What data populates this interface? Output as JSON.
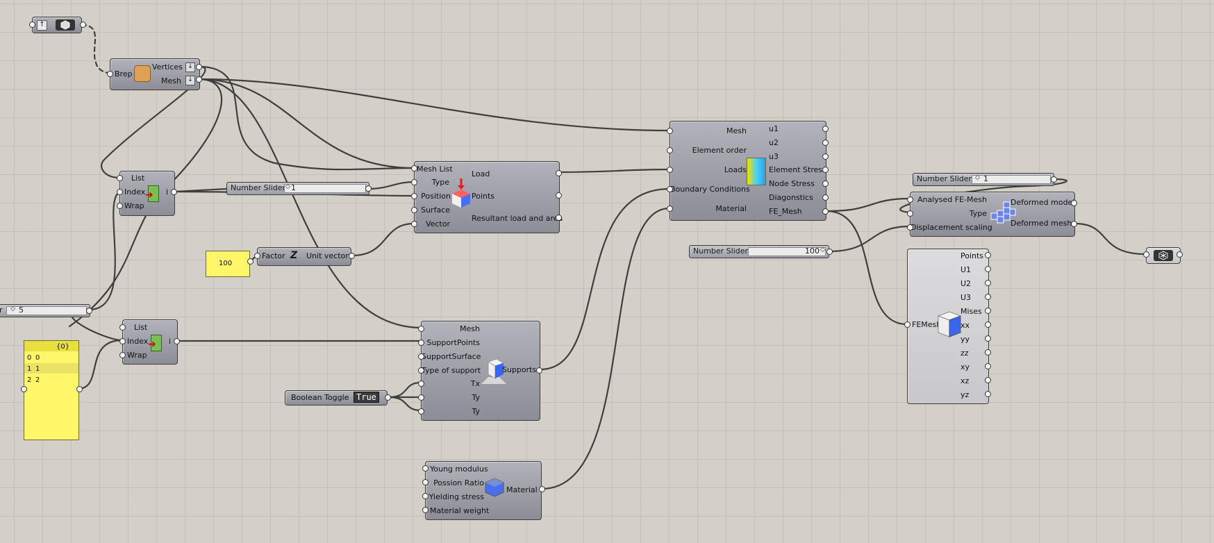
{
  "top_left_component": {},
  "brep": {
    "input": "Brep",
    "outputs": [
      "Vertices",
      "Mesh"
    ]
  },
  "list_item_1": {
    "inputs": [
      "List",
      "Index",
      "Wrap"
    ],
    "output": "i"
  },
  "list_item_2": {
    "inputs": [
      "List",
      "Index",
      "Wrap"
    ],
    "output": "i"
  },
  "slider_index": {
    "name": "Number Slider",
    "value": "1"
  },
  "slider_five": {
    "name": "r",
    "value": "5"
  },
  "load": {
    "inputs": [
      "Mesh List",
      "Type",
      "Position",
      "Surface",
      "Vector"
    ],
    "outputs": [
      "Load",
      "Points",
      "Resultant load and area"
    ]
  },
  "factor_panel": {
    "value": "100"
  },
  "unit_vector": {
    "input": "Factor",
    "output": "Unit vector"
  },
  "analysis": {
    "inputs": [
      "Mesh",
      "Element order",
      "Loads",
      "Boundary Conditions",
      "Material"
    ],
    "outputs": [
      "u1",
      "u2",
      "u3",
      "Element Stress",
      "Node Stress",
      "Diagonstics",
      "FE_Mesh"
    ]
  },
  "yellow_panel": {
    "header": "{0}",
    "rows": [
      {
        "index": "0",
        "value": "0"
      },
      {
        "index": "1",
        "value": "1"
      },
      {
        "index": "2",
        "value": "2"
      }
    ]
  },
  "supports": {
    "inputs": [
      "Mesh",
      "SupportPoints",
      "SupportSurface",
      "Type of support",
      "Tx",
      "Ty",
      "Ty"
    ],
    "output": "Supports"
  },
  "boolean_toggle": {
    "name": "Boolean Toggle",
    "value": "True"
  },
  "material": {
    "inputs": [
      "Young modulus",
      "Possion Ratio",
      "Yielding stress",
      "Material weight"
    ],
    "output": "Material"
  },
  "slider_type": {
    "name": "Number Slider",
    "value": "1"
  },
  "slider_scaling": {
    "name": "Number Slider",
    "value": "100"
  },
  "deform": {
    "inputs": [
      "Analysed FE-Mesh",
      "Type",
      "Displacement scaling"
    ],
    "outputs": [
      "Deformed model",
      "Deformed mesh"
    ]
  },
  "femesh_out": {
    "input": "FEMesh",
    "outputs": [
      "Points",
      "U1",
      "U2",
      "U3",
      "Mises",
      "xx",
      "yy",
      "zz",
      "xy",
      "xz",
      "yz"
    ]
  },
  "colors": {
    "canvas": "#d4d0c8",
    "component": "#9f9fa8",
    "panel": "#fff66a",
    "wire": "#3c3c3c"
  }
}
